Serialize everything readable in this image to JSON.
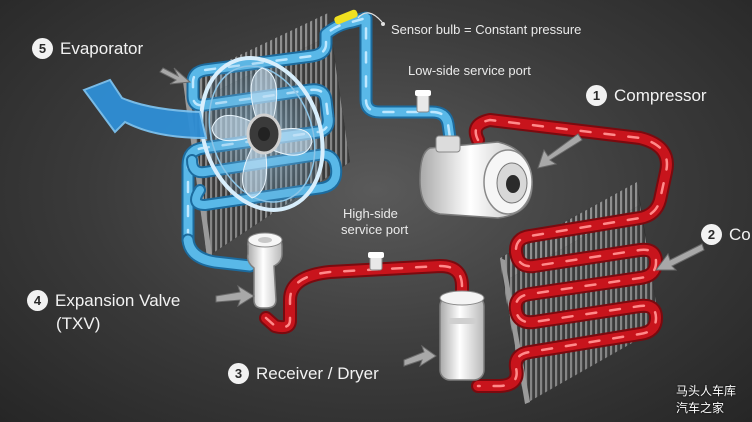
{
  "labels": {
    "compressor": {
      "num": "1",
      "text": "Compressor"
    },
    "condenser": {
      "num": "2",
      "text": "Co"
    },
    "receiver": {
      "num": "3",
      "text": "Receiver / Dryer"
    },
    "expansion": {
      "num": "4",
      "text": "Expansion Valve",
      "line2": "(TXV)"
    },
    "evaporator": {
      "num": "5",
      "text": "Evaporator"
    }
  },
  "annotations": {
    "sensor_bulb": "Sensor bulb = Constant pressure",
    "low_side_port": "Low-side service port",
    "high_side_port_line1": "High-side",
    "high_side_port_line2": "service port"
  },
  "watermark": {
    "line1": "马头人车库",
    "line2": "汽车之家"
  },
  "colors": {
    "low_pressure": "#59b8e8",
    "high_pressure": "#c8141c",
    "label_text": "#f2f2f2"
  }
}
